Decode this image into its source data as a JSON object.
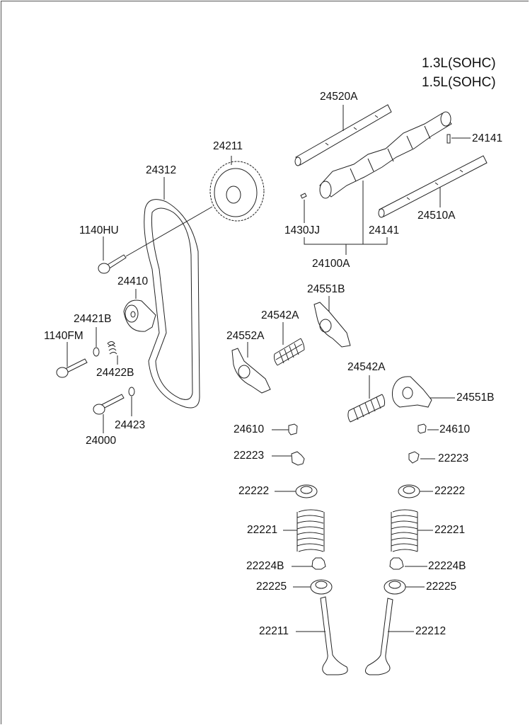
{
  "diagram": {
    "title_lines": [
      "1.3L(SOHC)",
      "1.5L(SOHC)"
    ],
    "labels": {
      "rocker_shaft_upper": "24520A",
      "camshaft_pin_right": "24141",
      "rocker_shaft_lower": "24510A",
      "camshaft_pin_left": "1430JJ",
      "camshaft_pin_mid": "24141",
      "camshaft_assy": "24100A",
      "cam_sprocket": "24211",
      "timing_belt": "24312",
      "sprocket_bolt": "1140HU",
      "tensioner": "24410",
      "tensioner_washer": "24421B",
      "tensioner_bolt": "1140FM",
      "tensioner_spring": "24422B",
      "bolt_24000": "24000",
      "washer_24423": "24423",
      "rocker_arm_left": "24552A",
      "spring_upper": "24542A",
      "rocker_arm_upper": "24551B",
      "spring_lower": "24542A",
      "rocker_arm_right": "24551B",
      "adjuster_left": "24610",
      "adjuster_right": "24610",
      "cotter_left": "22223",
      "cotter_right": "22223",
      "retainer_left": "22222",
      "retainer_right": "22222",
      "valve_spring_left": "22221",
      "valve_spring_right": "22221",
      "stem_seal_left": "22224B",
      "stem_seal_right": "22224B",
      "spring_seat_left": "22225",
      "spring_seat_right": "22225",
      "intake_valve": "22211",
      "exhaust_valve": "22212"
    }
  }
}
